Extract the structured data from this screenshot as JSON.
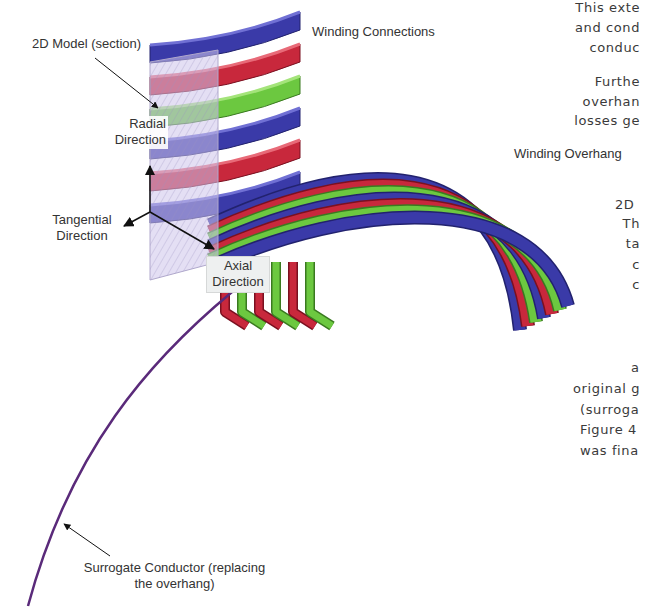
{
  "diagram": {
    "labels": [
      "2D Model (section)",
      "Winding Connections",
      "Radial Direction",
      "Tangential Direction",
      "Axial Direction",
      "Winding Overhang",
      "Surrogate Conductor (replacing the overhang)",
      "This exte",
      "and cond",
      "conduc",
      "Furthe",
      "overhan",
      "losses ge",
      "2D",
      "Th",
      "ta",
      "c",
      "c",
      "a",
      "original g",
      "(surroga",
      "Figure 4",
      "was fina"
    ]
  }
}
